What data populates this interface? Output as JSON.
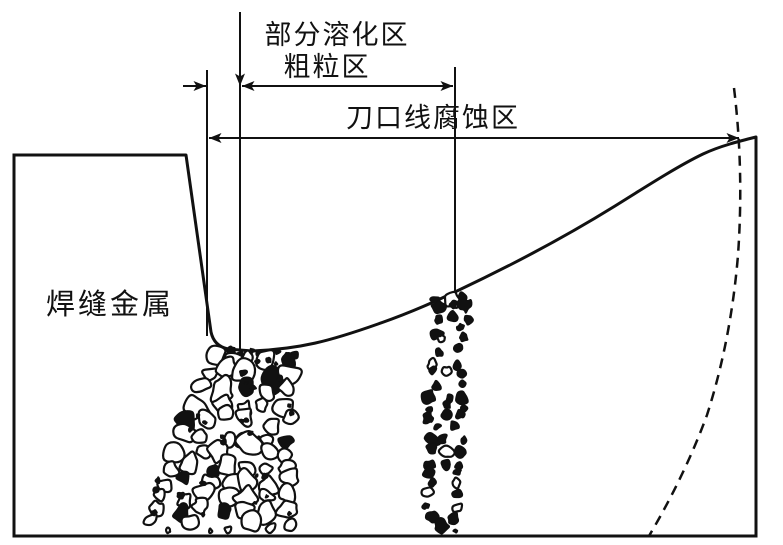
{
  "labels": {
    "partially_melted_zone": "部分溶化区",
    "coarse_grain_zone": "粗粒区",
    "knife_line_corrosion_zone": "刀口线腐蚀区",
    "weld_metal": "焊缝金属"
  },
  "colors": {
    "ink": "#111111",
    "background": "#ffffff"
  }
}
